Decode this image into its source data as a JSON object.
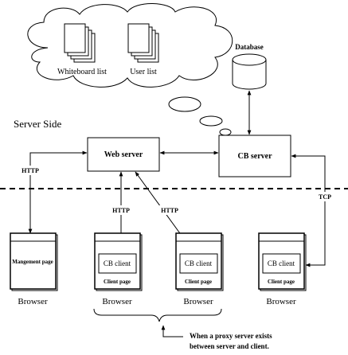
{
  "cloud": {
    "items": [
      {
        "label": "Whiteboard list",
        "icon": "document-stack-icon"
      },
      {
        "label": "User list",
        "icon": "document-stack-icon"
      }
    ]
  },
  "database": {
    "label": "Database",
    "icon": "database-cylinder-icon"
  },
  "regions": {
    "server_side": "Server Side"
  },
  "servers": {
    "web": "Web server",
    "cb": "CB server"
  },
  "protocols": {
    "http_management": "HTTP",
    "http_client": "HTTP",
    "http_proxy": "HTTP",
    "tcp": "TCP"
  },
  "browsers": [
    {
      "page_label": "Mangement page",
      "client_label": "",
      "browser_label": "Browser"
    },
    {
      "page_label": "Client page",
      "client_label": "CB client",
      "browser_label": "Browser"
    },
    {
      "page_label": "Client page",
      "client_label": "CB client",
      "browser_label": "Browser"
    },
    {
      "page_label": "Client page",
      "client_label": "CB client",
      "browser_label": "Browser"
    }
  ],
  "note": {
    "line1": "When a proxy server exists",
    "line2": "between server and client."
  }
}
